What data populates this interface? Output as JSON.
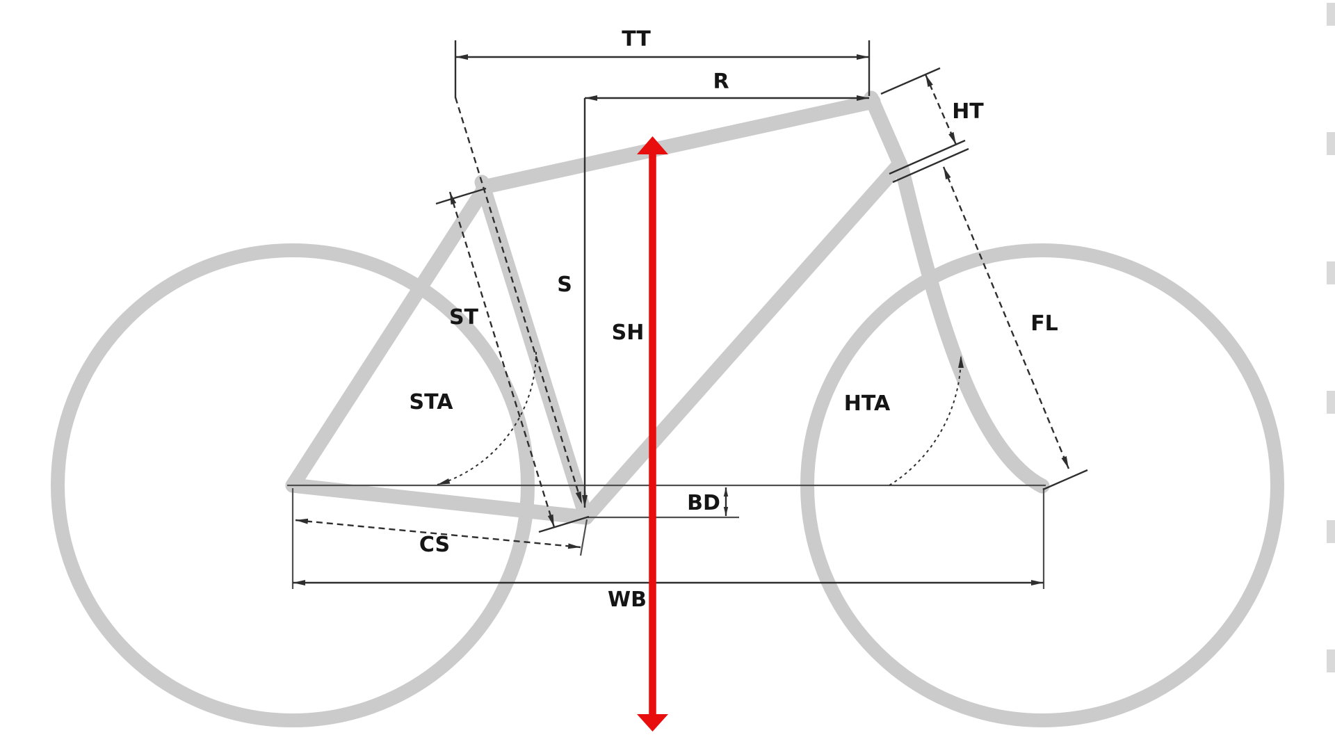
{
  "colors": {
    "frame_gray": "#cbcbcb",
    "dim_ink": "#2e2e2e",
    "baseline_ink": "#4f4f4f",
    "standover_red": "#e90e0e",
    "label_ink": "#151515",
    "page_bg": "#ffffff",
    "edge_mark": "#d9d9d9"
  },
  "diagram": {
    "type": "bicycle-frame-geometry-diagram",
    "labels": {
      "top_tube": "TT",
      "reach": "R",
      "head_tube": "HT",
      "stack": "S",
      "standover_height": "SH",
      "seat_tube": "ST",
      "seat_tube_angle": "STA",
      "head_tube_angle": "HTA",
      "fork_length": "FL",
      "bb_drop": "BD",
      "chain_stay": "CS",
      "wheel_base": "WB"
    }
  }
}
